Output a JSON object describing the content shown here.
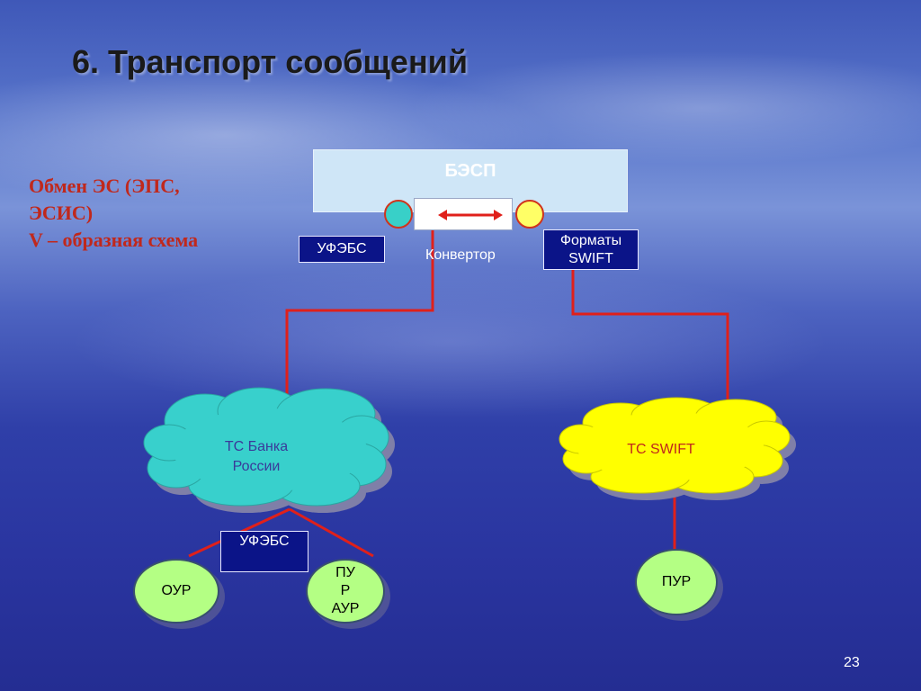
{
  "slide": {
    "title": "6. Транспорт сообщений",
    "subtitle_lines": [
      "Обмен ЭС (ЭПС,",
      "ЭСИС)",
      "V – образная схема"
    ],
    "page_number": "23"
  },
  "diagram": {
    "besp": "БЭСП",
    "ufebs_top": "УФЭБС",
    "converter": "Конвертор",
    "swift_formats": "Форматы SWIFT",
    "ts_bank_russia": "ТС Банка России",
    "ts_swift": "ТС SWIFT",
    "ufebs_bottom": "УФЭБС",
    "our": "ОУР",
    "pur_aur_lines": [
      "ПУ",
      "Р",
      "АУР"
    ],
    "pur": "ПУР"
  },
  "colors": {
    "connector": "#e0201a",
    "cloud_cyan": "#38d0cc",
    "cloud_yellow": "#ffff00",
    "node_green": "#b4ff84",
    "label_box": "#0b1488",
    "subtitle": "#c0281c"
  }
}
